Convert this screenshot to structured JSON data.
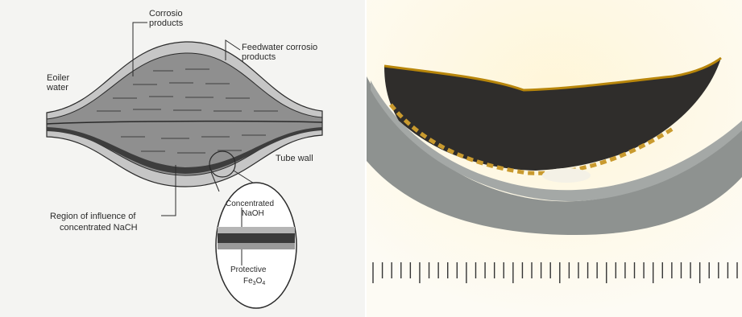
{
  "diagram": {
    "labels": {
      "corrosion_products_line1": "Corrosio",
      "corrosion_products_line2": "products",
      "feedwater_line1": "Feedwater corrosio",
      "feedwater_line2": "products",
      "boiler_water_line1": "Eoiler",
      "boiler_water_line2": "water",
      "tube_wall": "Tube wall",
      "region_line1": "Region of influence of",
      "region_line2": "concentrated NaCH",
      "inset_top_line1": "Concentrated",
      "inset_top_line2": "NaOH",
      "inset_bottom_line1": "Protective",
      "inset_bottom_line2": "Fe",
      "inset_bottom_sub3": "3",
      "inset_bottom_O": "O",
      "inset_bottom_sub4": "4"
    },
    "colors": {
      "tube_wall_fill": "#bdbdbd",
      "deposit_fill": "#8f8f8f",
      "dark_layer": "#3d3d3d",
      "outline": "#2a2a2a"
    }
  },
  "photo": {
    "description_icon": "tube-cross-section-photo",
    "colors": {
      "tube_steel": "#8e9290",
      "deposit": "#2f2d2b",
      "rust": "#b8860b",
      "background": "#fdfbf4"
    },
    "ruler_ticks": 40
  }
}
